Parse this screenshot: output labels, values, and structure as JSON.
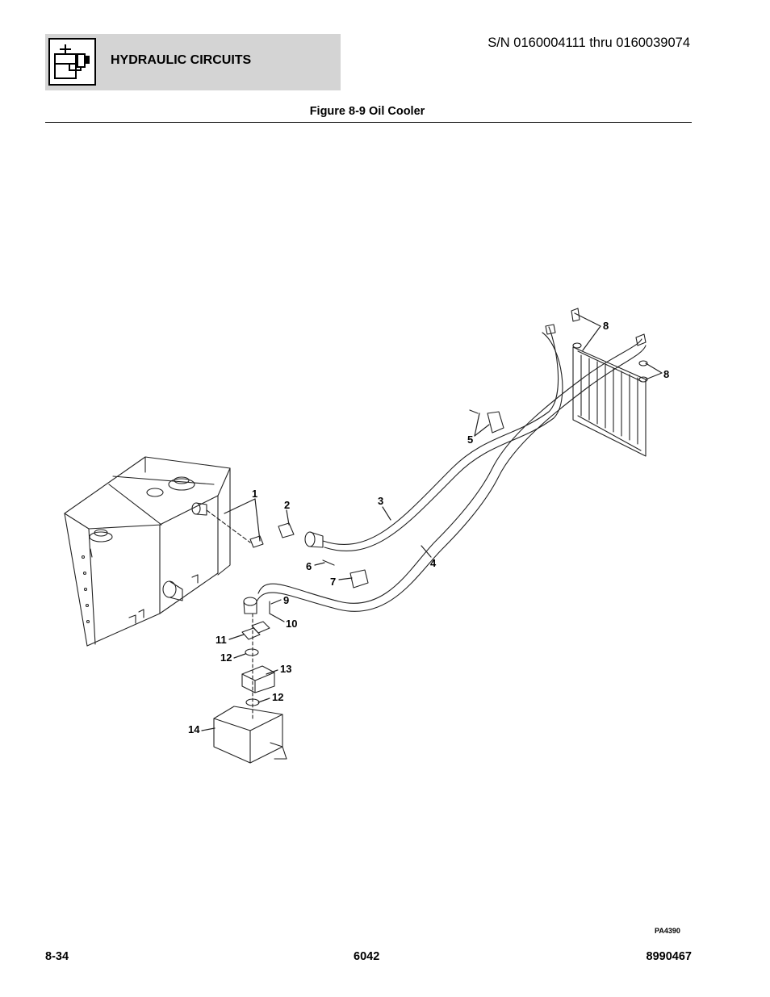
{
  "header": {
    "section_title": "HYDRAULIC CIRCUITS",
    "serial_range": "S/N 0160004111 thru 0160039074",
    "icon": "hydraulic-reservoir-icon"
  },
  "figure": {
    "title": "Figure 8-9 Oil Cooler",
    "code": "PA4390",
    "callouts": [
      "1",
      "2",
      "3",
      "4",
      "5",
      "6",
      "7",
      "8",
      "8",
      "9",
      "10",
      "11",
      "12",
      "13",
      "12",
      "14"
    ]
  },
  "footer": {
    "page_number": "8-34",
    "model": "6042",
    "manual_number": "8990467"
  }
}
